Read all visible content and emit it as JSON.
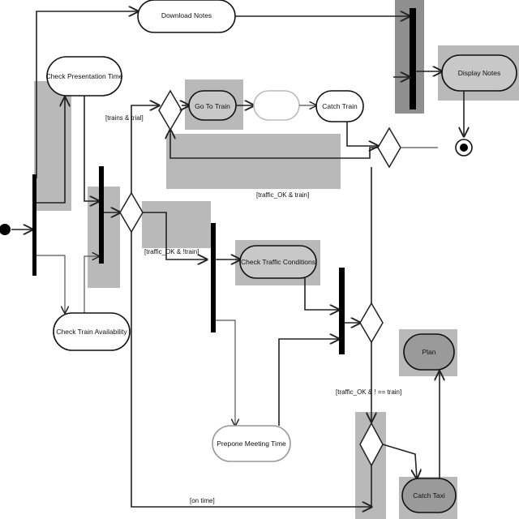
{
  "nodes": {
    "download_notes": "Download Notes",
    "check_presentation_time": "Check Presentation Time",
    "go_to_train": "Go To Train",
    "unreadable_action": "",
    "catch_train": "Catch Train",
    "display_notes": "Display Notes",
    "check_train_availability": "Check Train Availability",
    "check_traffic_conditions": "Check Traffic Conditions",
    "prepone_meeting_time": "Prepone Meeting Time",
    "plan": "Plan",
    "catch_taxi": "Catch Taxi"
  },
  "guards": {
    "train_available": "[trains & trial]",
    "traffic_ok_near_end": "[traffic_OK & train]",
    "traffic_ok_late": "[traffic_OK & !train]",
    "on_time": "[on time]",
    "traffic_ok_late_lower": "[traffic_OK & ! == train]"
  }
}
